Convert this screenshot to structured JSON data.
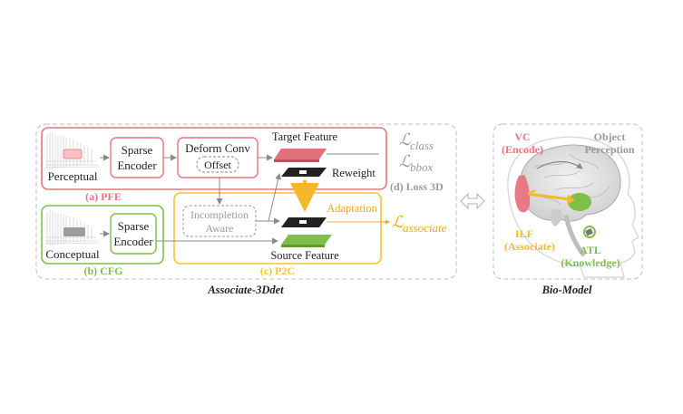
{
  "left_panel": {
    "caption": "Associate-3Ddet",
    "pfe": {
      "label": "(a) PFE",
      "input_label": "Perceptual",
      "encoder_line1": "Sparse",
      "encoder_line2": "Encoder",
      "deform_label": "Deform Conv",
      "offset_label": "Offset",
      "target_label": "Target Feature",
      "reweight_label": "Reweight"
    },
    "loss": {
      "label": "(d) Loss 3D",
      "class_script": "ℒ",
      "class_sub": "class",
      "bbox_script": "ℒ",
      "bbox_sub": "bbox"
    },
    "cfg": {
      "label": "(b) CFG",
      "input_label": "Conceptual",
      "encoder_line1": "Sparse",
      "encoder_line2": "Encoder"
    },
    "p2c": {
      "label": "(c) P2C",
      "incompletion_line1": "Incompletion",
      "incompletion_line2": "Aware",
      "adaptation_label": "Adaptation",
      "source_label": "Source Feature",
      "assoc_script": "ℒ",
      "assoc_sub": "associate"
    }
  },
  "right_panel": {
    "caption": "Bio-Model",
    "vc_line1": "VC",
    "vc_line2": "(Encode)",
    "object_line1": "Object",
    "object_line2": "Perception",
    "ilf_line1": "ILF",
    "ilf_line2": "(Associate)",
    "atl_line1": "ATL",
    "atl_line2": "(Knowledge)"
  },
  "colors": {
    "pfe_red": "#e8747f",
    "cfg_green": "#7ebf4a",
    "p2c_yellow": "#f5c330",
    "gray_text": "#9a9a9a",
    "dash_gray": "#b8b8b8",
    "adapt_orange": "#f0a820"
  }
}
